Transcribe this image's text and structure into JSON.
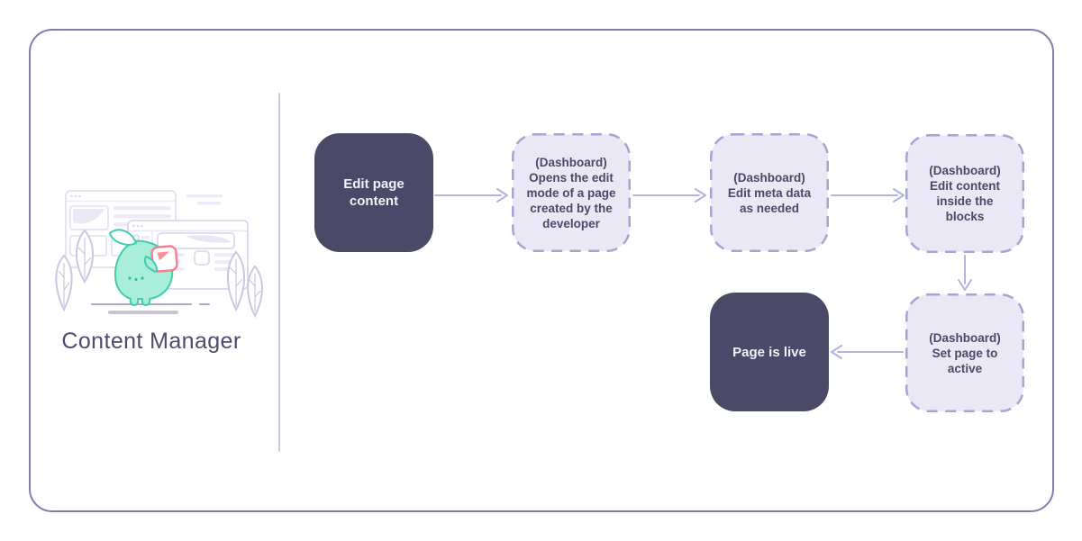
{
  "sidebar": {
    "title": "Content Manager",
    "illustration_icons": [
      "browser-window-back-icon",
      "browser-window-front-icon",
      "leaf-plant-icon",
      "mascot-icon",
      "content-card-icon",
      "ground-line"
    ]
  },
  "flow": {
    "nodes": [
      {
        "id": "edit-page-content",
        "type": "solid",
        "label": "Edit page\ncontent"
      },
      {
        "id": "open-edit-mode",
        "type": "dashed",
        "label": "(Dashboard)\nOpens the edit\nmode of a page\ncreated by the\ndeveloper"
      },
      {
        "id": "edit-meta-data",
        "type": "dashed",
        "label": "(Dashboard)\nEdit meta data\nas needed"
      },
      {
        "id": "edit-content-blocks",
        "type": "dashed",
        "label": "(Dashboard)\nEdit content\ninside the\nblocks"
      },
      {
        "id": "set-page-active",
        "type": "dashed",
        "label": "(Dashboard)\nSet page to\nactive"
      },
      {
        "id": "page-is-live",
        "type": "solid",
        "label": "Page is live"
      }
    ],
    "edges": [
      {
        "from": "edit-page-content",
        "to": "open-edit-mode",
        "direction": "right"
      },
      {
        "from": "open-edit-mode",
        "to": "edit-meta-data",
        "direction": "right"
      },
      {
        "from": "edit-meta-data",
        "to": "edit-content-blocks",
        "direction": "right"
      },
      {
        "from": "edit-content-blocks",
        "to": "set-page-active",
        "direction": "down"
      },
      {
        "from": "set-page-active",
        "to": "page-is-live",
        "direction": "left"
      }
    ]
  },
  "colors": {
    "frame_border": "#817EAD",
    "divider": "#CACADF",
    "title_text": "#4D4B6E",
    "solid_node_bg": "#4A4967",
    "solid_node_text": "#F3F2F9",
    "dashed_node_bg": "#E9E8F4",
    "dashed_node_border": "#A6A4D2",
    "dashed_node_text": "#4A4967",
    "arrow": "#B4B2DF",
    "mascot_fill": "#A9EEDA",
    "mascot_stroke": "#3FCDAE",
    "card_accent": "#F8808D",
    "illustration_outline": "#DCDBEE"
  }
}
